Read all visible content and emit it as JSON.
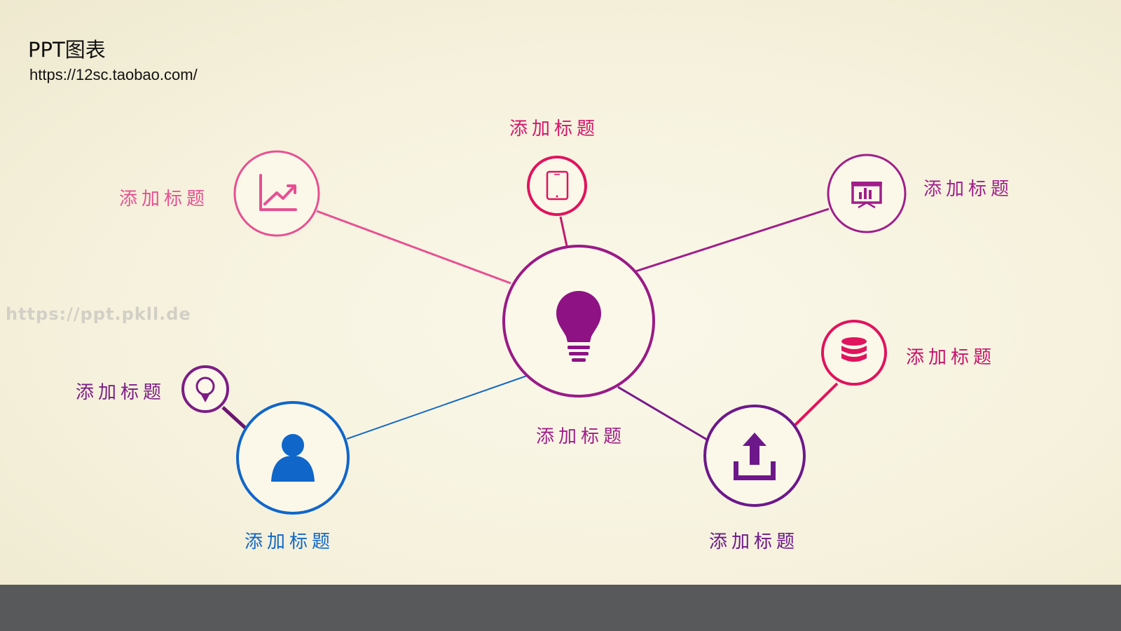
{
  "header": {
    "title": "PPT图表",
    "url": "https://12sc.taobao.com/"
  },
  "watermark": "https://ppt.pkll.de",
  "center": {
    "label": "添加标题",
    "icon": "lightbulb-icon",
    "color": "#9a1a86"
  },
  "nodes": [
    {
      "id": "growth",
      "label": "添加标题",
      "icon": "growth-chart-icon",
      "color": "#e84f92"
    },
    {
      "id": "tablet",
      "label": "添加标题",
      "icon": "tablet-icon",
      "color": "#e0135d"
    },
    {
      "id": "presentation",
      "label": "添加标题",
      "icon": "presentation-icon",
      "color": "#a01e8a"
    },
    {
      "id": "database",
      "label": "添加标题",
      "icon": "database-icon",
      "color": "#df1561"
    },
    {
      "id": "upload",
      "label": "添加标题",
      "icon": "upload-icon",
      "color": "#6d188a"
    },
    {
      "id": "user",
      "label": "添加标题",
      "icon": "user-icon",
      "color": "#1066c9"
    },
    {
      "id": "location",
      "label": "添加标题",
      "icon": "location-pin-icon",
      "color": "#7c1d85"
    }
  ],
  "colors": {
    "background": "#f5f1dc",
    "footer_bar": "#58595a",
    "connector_user": "#1468c4",
    "connector_upload": "#7a1a8a",
    "connector_growth": "#e84f92",
    "connector_presentation": "#a01e8a",
    "connector_tablet": "#c41a6a",
    "connector_database": "#e0135d",
    "connector_location": "#6a1670"
  }
}
